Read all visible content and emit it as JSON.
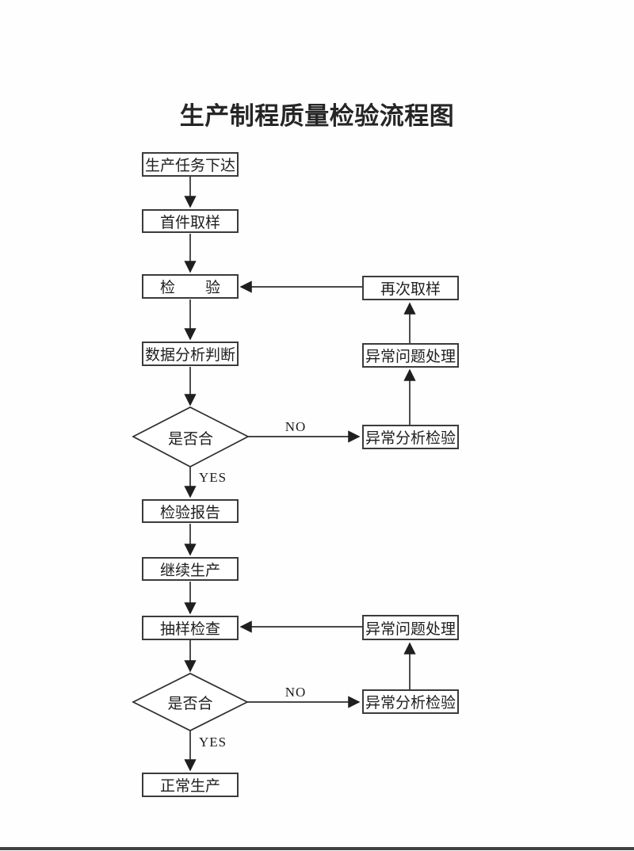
{
  "title": "生产制程质量检验流程图",
  "flowchart": {
    "nodes": {
      "production_task": "生产任务下达",
      "first_piece_sampling": "首件取样",
      "inspection": "检　　验",
      "data_analysis": "数据分析判断",
      "decision_1": "是否合",
      "inspection_report": "检验报告",
      "continue_production": "继续生产",
      "sampling_check": "抽样检查",
      "decision_2": "是否合",
      "normal_production": "正常生产",
      "resampling": "再次取样",
      "issue_handling_1": "异常问题处理",
      "analysis_inspection_1": "异常分析检验",
      "issue_handling_2": "异常问题处理",
      "analysis_inspection_2": "异常分析检验"
    },
    "branch_labels": {
      "yes_1": "YES",
      "no_1": "NO",
      "yes_2": "YES",
      "no_2": "NO"
    },
    "colors": {
      "line": "#2e2e2e",
      "box_border": "#3b3b3b",
      "text": "#1e1e1e",
      "bottom_bar": "#424242",
      "background": "#fefefe"
    }
  }
}
